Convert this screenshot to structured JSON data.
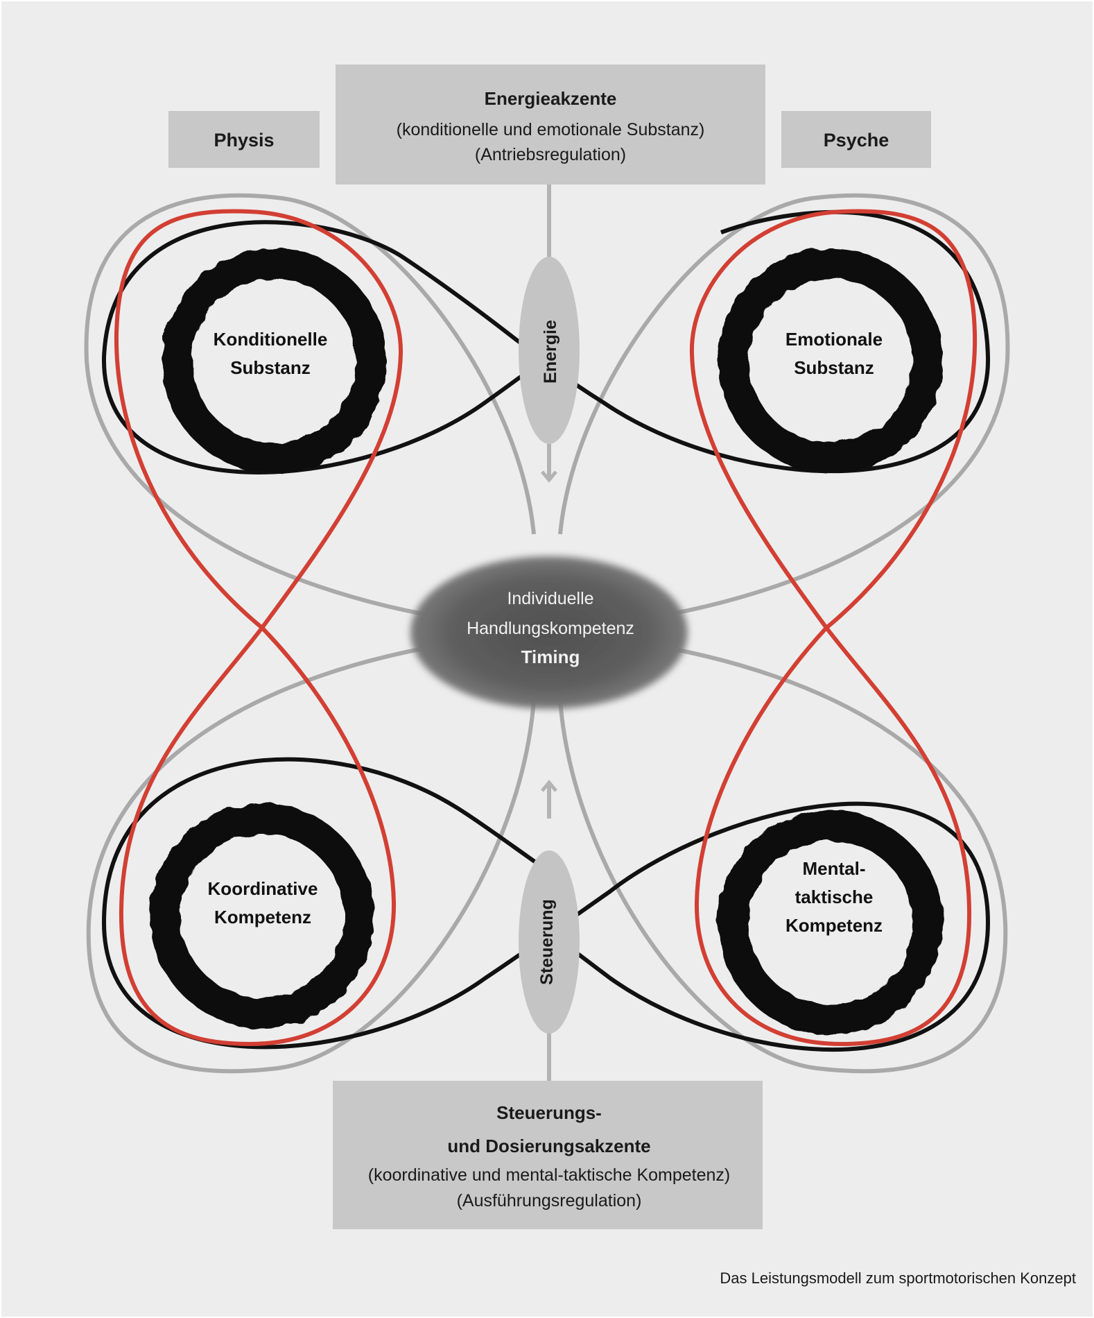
{
  "header": {
    "physis": "Physis",
    "psyche": "Psyche",
    "energy_title": "Energieakzente",
    "energy_sub1": "(konditionelle und emotionale Substanz)",
    "energy_sub2": "(Antriebsregulation)"
  },
  "circles": {
    "top_left": [
      "Konditionelle",
      "Substanz"
    ],
    "top_right": [
      "Emotionale",
      "Substanz"
    ],
    "bottom_left": [
      "Koordinative",
      "Kompetenz"
    ],
    "bottom_right": [
      "Mental-",
      "taktische",
      "Kompetenz"
    ]
  },
  "center": {
    "line1": "Individuelle",
    "line2": "Handlungskompetenz",
    "line3": "Timing"
  },
  "ellipses": {
    "top": "Energie",
    "bottom": "Steuerung"
  },
  "footer_box": {
    "title1": "Steuerungs-",
    "title2": "und Dosierungsakzente",
    "sub1": "(koordinative und mental-taktische Kompetenz)",
    "sub2": "(Ausführungsregulation)"
  },
  "caption": "Das Leistungsmodell zum sportmotorischen Konzept",
  "colors": {
    "background": "#ededed",
    "box": "#c8c8c8",
    "gray_line": "#a9a9a9",
    "red_line": "#d23f33",
    "black": "#111111",
    "center_dark": "#595959"
  }
}
